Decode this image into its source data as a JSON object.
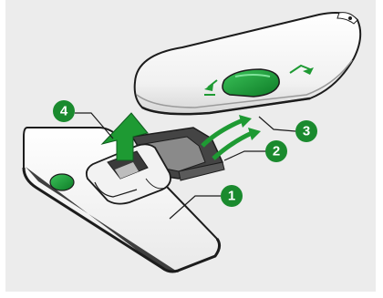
{
  "diagram": {
    "callouts": [
      {
        "label": "1"
      },
      {
        "label": "2"
      },
      {
        "label": "3"
      },
      {
        "label": "4"
      }
    ],
    "colors": {
      "background": "#ececec",
      "callout_green": "#1a8a2e",
      "arrow_green": "#1e9a33",
      "outline": "#1c1c1c",
      "body": "#f7f7f7",
      "shade": "#d9d9d9"
    },
    "icons": [
      "unlock-arrow-icon",
      "lock-arrow-icon"
    ]
  }
}
